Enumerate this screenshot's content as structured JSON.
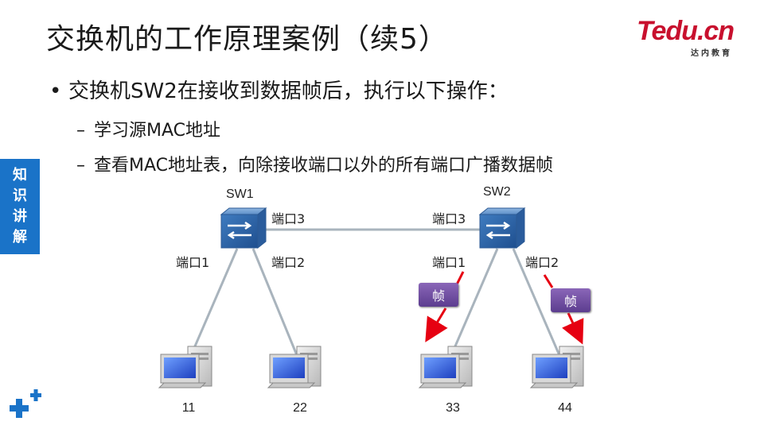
{
  "title": "交换机的工作原理案例（续5）",
  "logo": {
    "brand": "Tedu.cn",
    "tagline": "达内教育"
  },
  "bullet": "交换机SW2在接收到数据帧后，执行以下操作：",
  "sub_items": [
    "学习源MAC地址",
    "查看MAC地址表，向除接收端口以外的所有端口广播数据帧"
  ],
  "side_tab": [
    "知",
    "识",
    "讲",
    "解"
  ],
  "switches": [
    {
      "name": "SW1",
      "port1": "端口1",
      "port2": "端口2",
      "port3": "端口3"
    },
    {
      "name": "SW2",
      "port1": "端口1",
      "port2": "端口2",
      "port3": "端口3"
    }
  ],
  "hosts": [
    "11",
    "22",
    "33",
    "44"
  ],
  "frame_label": "帧",
  "colors": {
    "accent": "#1a73c8",
    "arrow": "#e60012",
    "frame": "#6a4a9c",
    "logo": "#c8102e"
  }
}
